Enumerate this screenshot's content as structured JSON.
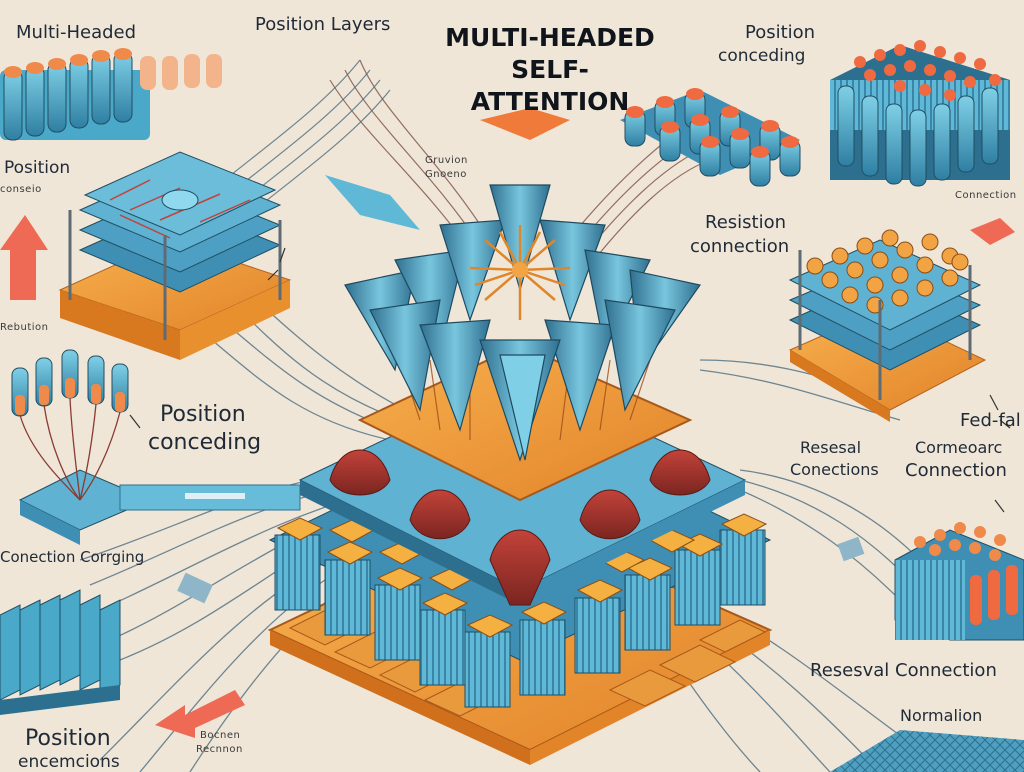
{
  "title": {
    "line1": "MULTI-HEADED",
    "line2": "SELF-ATTENTION"
  },
  "labels": {
    "top_left": "Multi-Headed",
    "position_layers": "Position Layers",
    "position_concoding_top": "Position",
    "position_concoding_top2": "conceding",
    "position_left": "Position",
    "position_left2": "conseio",
    "rebution": "Rebution",
    "position_concoding_mid": "Position",
    "position_concoding_mid2": "conceding",
    "resistion_connection": "Resistion",
    "resistion_connection2": "connection",
    "connection_right": "Connection",
    "resesal_connections": "Resesal",
    "resesal_connections2": "Conections",
    "fedfal": "Fed-fal",
    "fedfal2": "Cormeoarc",
    "fedfal3": "Connection",
    "connection_corrging": "Conection Corrging",
    "resesval_connection": "Resesval Connection",
    "normalization": "Normalion",
    "position_bottom": "Position",
    "position_bottom2": "encemcions",
    "gibberish_center": "Gruvion",
    "gibberish_center2": "Gnoeno",
    "gibberish_bottom": "Bocnen",
    "gibberish_bottom2": "Recnnon"
  },
  "colors": {
    "background": "#efe6d8",
    "cyan": "#5fb8d6",
    "dark_cyan": "#2d6f8e",
    "orange": "#f29a3a",
    "coral": "#ef6a55",
    "red_wire": "#c2433a",
    "ink": "#1f2a36"
  }
}
